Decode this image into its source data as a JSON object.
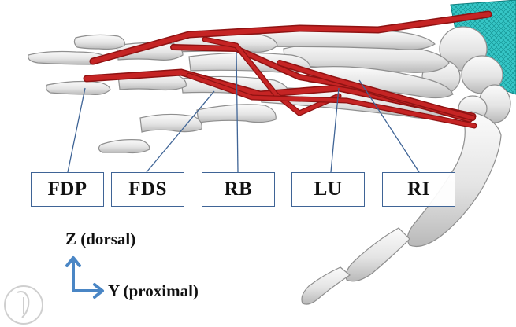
{
  "labels": {
    "fdp": "FDP",
    "fds": "FDS",
    "rb": "RB",
    "lu": "LU",
    "ri": "RI"
  },
  "axes": {
    "z": "Z (dorsal)",
    "y": "Y (proximal)"
  },
  "colors": {
    "muscle": "#b01818",
    "bone": "#e7e7e7",
    "bone_outline": "#8f8f8f",
    "mesh": "#2ec4c4",
    "leader_line": "#3f6496",
    "axis_arrow": "#4a86c5",
    "text": "#111111"
  }
}
